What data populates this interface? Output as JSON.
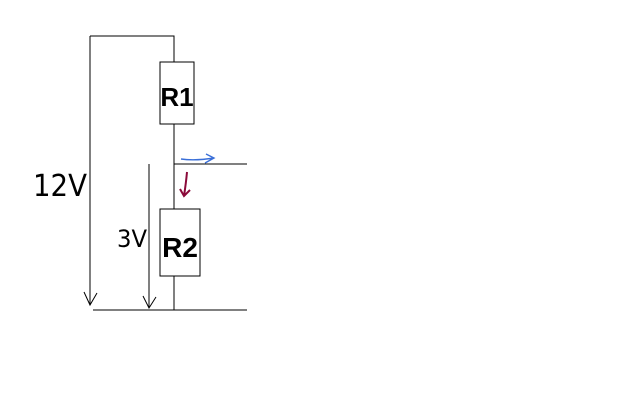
{
  "diagram": {
    "components": [
      {
        "id": "r1",
        "label": "R1"
      },
      {
        "id": "r2",
        "label": "R2"
      }
    ],
    "voltages": [
      {
        "id": "total",
        "label": "12V"
      },
      {
        "id": "r2",
        "label": "3V"
      }
    ],
    "arrows": [
      {
        "id": "output-current",
        "color": "#3a6fd8"
      },
      {
        "id": "r2-current",
        "color": "#8b0a3a"
      }
    ],
    "line_color": "#000000",
    "background": "#ffffff"
  }
}
